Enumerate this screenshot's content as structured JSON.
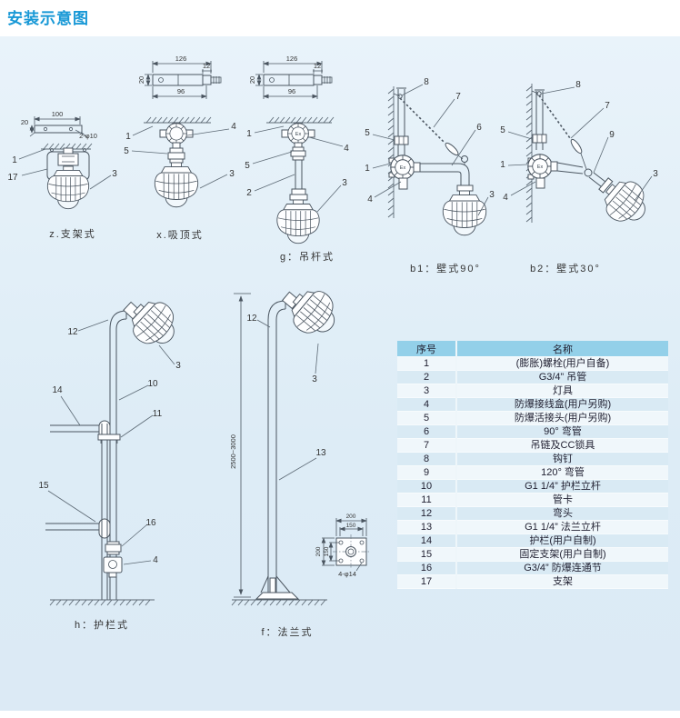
{
  "page": {
    "title": "安装示意图"
  },
  "markings": {
    "ex": "Ex"
  },
  "diagrams": {
    "z": {
      "caption": "z.支架式",
      "dims": [
        "20",
        "100",
        "2-φ10"
      ],
      "callouts": [
        "1",
        "17",
        "3"
      ]
    },
    "x": {
      "caption": "x.吸顶式",
      "dims": [
        "126",
        "12",
        "20",
        "96"
      ],
      "callouts": [
        "1",
        "4",
        "5",
        "3"
      ]
    },
    "g": {
      "caption": "g：吊杆式",
      "dims": [
        "126",
        "12",
        "20",
        "96"
      ],
      "callouts": [
        "1",
        "4",
        "5",
        "2",
        "3"
      ]
    },
    "b1": {
      "caption": "b1：壁式90°",
      "callouts": [
        "8",
        "7",
        "6",
        "5",
        "1",
        "4",
        "3"
      ]
    },
    "b2": {
      "caption": "b2：壁式30°",
      "callouts": [
        "8",
        "7",
        "9",
        "5",
        "1",
        "4",
        "3"
      ]
    },
    "h": {
      "caption": "h：护栏式",
      "callouts": [
        "12",
        "3",
        "10",
        "14",
        "11",
        "15",
        "16",
        "4"
      ]
    },
    "f": {
      "caption": "f：法兰式",
      "callouts": [
        "12",
        "3",
        "13"
      ],
      "dims": [
        "2500~3000",
        "200",
        "150",
        "200",
        "150",
        "4-φ14"
      ]
    }
  },
  "table": {
    "headers": [
      "序号",
      "名称"
    ],
    "rows": [
      [
        "1",
        "(膨胀)螺栓(用户自备)"
      ],
      [
        "2",
        "G3/4” 吊管"
      ],
      [
        "3",
        "灯具"
      ],
      [
        "4",
        "防爆接线盒(用户另购)"
      ],
      [
        "5",
        "防爆活接头(用户另购)"
      ],
      [
        "6",
        "90° 弯管"
      ],
      [
        "7",
        "吊链及CC锁具"
      ],
      [
        "8",
        "钩钉"
      ],
      [
        "9",
        "120° 弯管"
      ],
      [
        "10",
        "G1 1/4” 护栏立杆"
      ],
      [
        "11",
        "管卡"
      ],
      [
        "12",
        "弯头"
      ],
      [
        "13",
        "G1 1/4” 法兰立杆"
      ],
      [
        "14",
        "护栏(用户自制)"
      ],
      [
        "15",
        "固定支架(用户自制)"
      ],
      [
        "16",
        "G3/4” 防爆连通节"
      ],
      [
        "17",
        "支架"
      ]
    ]
  }
}
